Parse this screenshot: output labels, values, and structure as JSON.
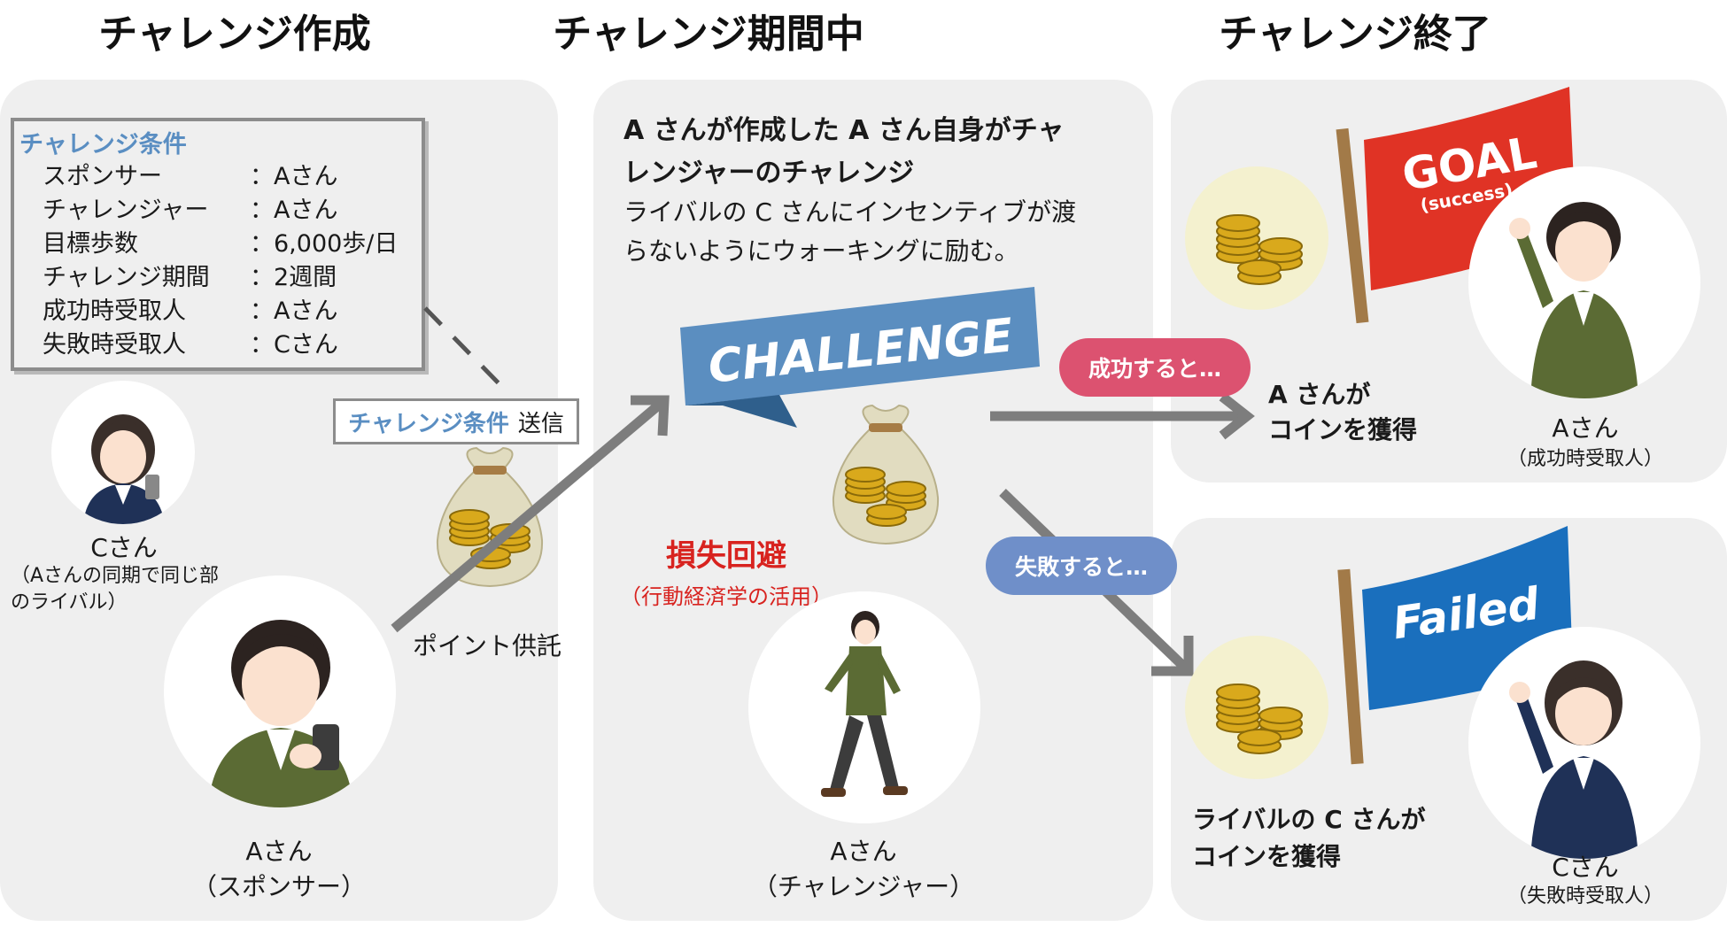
{
  "headings": {
    "create": "チャレンジ作成",
    "during": "チャレンジ期間中",
    "end": "チャレンジ終了"
  },
  "conditions": {
    "title": "チャレンジ条件",
    "rows": [
      {
        "label": "スポンサー",
        "value": "：Aさん"
      },
      {
        "label": "チャレンジャー",
        "value": "：Aさん"
      },
      {
        "label": "目標歩数",
        "value": "：6,000歩/日"
      },
      {
        "label": "チャレンジ期間",
        "value": "：2週間"
      },
      {
        "label": "成功時受取人",
        "value": "：Aさん"
      },
      {
        "label": "失敗時受取人",
        "value": "：Cさん"
      }
    ]
  },
  "send_tag": {
    "highlight": "チャレンジ条件",
    "text": "送信"
  },
  "rival": {
    "name": "Cさん",
    "note_line1": "（Aさんの同期で同じ部",
    "note_line2": "のライバル）"
  },
  "sponsor": {
    "name": "Aさん",
    "role": "（スポンサー）"
  },
  "deposit_label": "ポイント供託",
  "middle": {
    "title_line1": "A さんが作成した A さん自身がチャ",
    "title_line2": "レンジャーのチャレンジ",
    "desc_line1": "ライバルの C さんにインセンティブが渡",
    "desc_line2": "らないようにウォーキングに励む。",
    "banner": "CHALLENGE",
    "loss_title": "損失回避",
    "loss_sub": "（行動経済学の活用）",
    "challenger_name": "Aさん",
    "challenger_role": "（チャレンジャー）"
  },
  "outcomes": {
    "success_pill": "成功すると…",
    "fail_pill": "失敗すると…",
    "success_text_line1": "A さんが",
    "success_text_line2": "コインを獲得",
    "fail_text_line1": "ライバルの C さんが",
    "fail_text_line2": "コインを獲得",
    "goal_flag": "GOAL",
    "goal_sub": "(success)",
    "failed_flag": "Failed",
    "success_person": "Aさん",
    "success_role": "（成功時受取人）",
    "fail_person": "Cさん",
    "fail_role": "（失敗時受取人）"
  },
  "colors": {
    "panel": "#efefef",
    "banner_blue": "#5b8ec0",
    "banner_dark": "#2f5f8c",
    "flag_red": "#e03325",
    "flag_blue": "#1a6fbd",
    "success_pill": "#dc5270",
    "fail_pill": "#6f8fc9",
    "arrow_gray": "#7d7d7d",
    "loss_red": "#d8231f",
    "cond_title": "#5a8ec2"
  }
}
